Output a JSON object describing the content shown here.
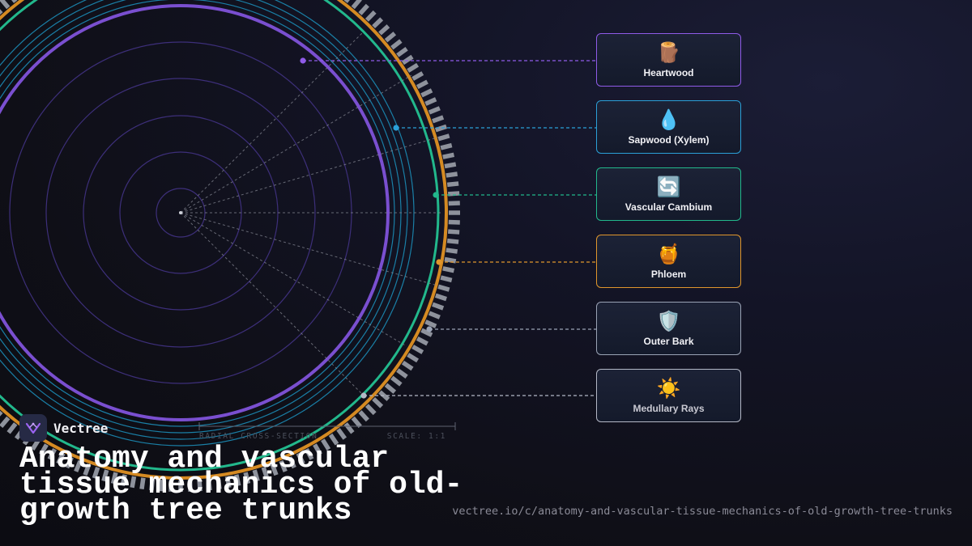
{
  "brand": {
    "name": "Vectree"
  },
  "title": "Anatomy and vascular tissue mechanics of old-growth tree trunks",
  "url": "vectree.io/c/anatomy-and-vascular-tissue-mechanics-of-old-growth-tree-trunks",
  "scale_bar": {
    "left_label": "RADIAL CROSS-SECTION",
    "right_label": "SCALE: 1:1"
  },
  "layers": [
    {
      "label": "Heartwood",
      "icon": "🪵",
      "icon_name": "log-icon",
      "color": "#8f5be8"
    },
    {
      "label": "Sapwood (Xylem)",
      "icon": "💧",
      "icon_name": "droplet-icon",
      "color": "#2ba0d8"
    },
    {
      "label": "Vascular Cambium",
      "icon": "🔄",
      "icon_name": "cycle-arrows-icon",
      "color": "#22b88c"
    },
    {
      "label": "Phloem",
      "icon": "🍯",
      "icon_name": "honey-pot-icon",
      "color": "#e0962c"
    },
    {
      "label": "Outer Bark",
      "icon": "🛡️",
      "icon_name": "shield-icon",
      "color": "#9aa3b5"
    },
    {
      "label": "Medullary Rays",
      "icon": "☀️",
      "icon_name": "sun-icon",
      "color": "#b4b8c6"
    }
  ],
  "colors": {
    "heartwood_rings": "#3d2f7a",
    "heartwood_boundary": "#7a4fd0",
    "sapwood": "#1a7fa6",
    "cambium": "#22b88c",
    "phloem": "#d58a22",
    "bark": "#8e929c"
  }
}
